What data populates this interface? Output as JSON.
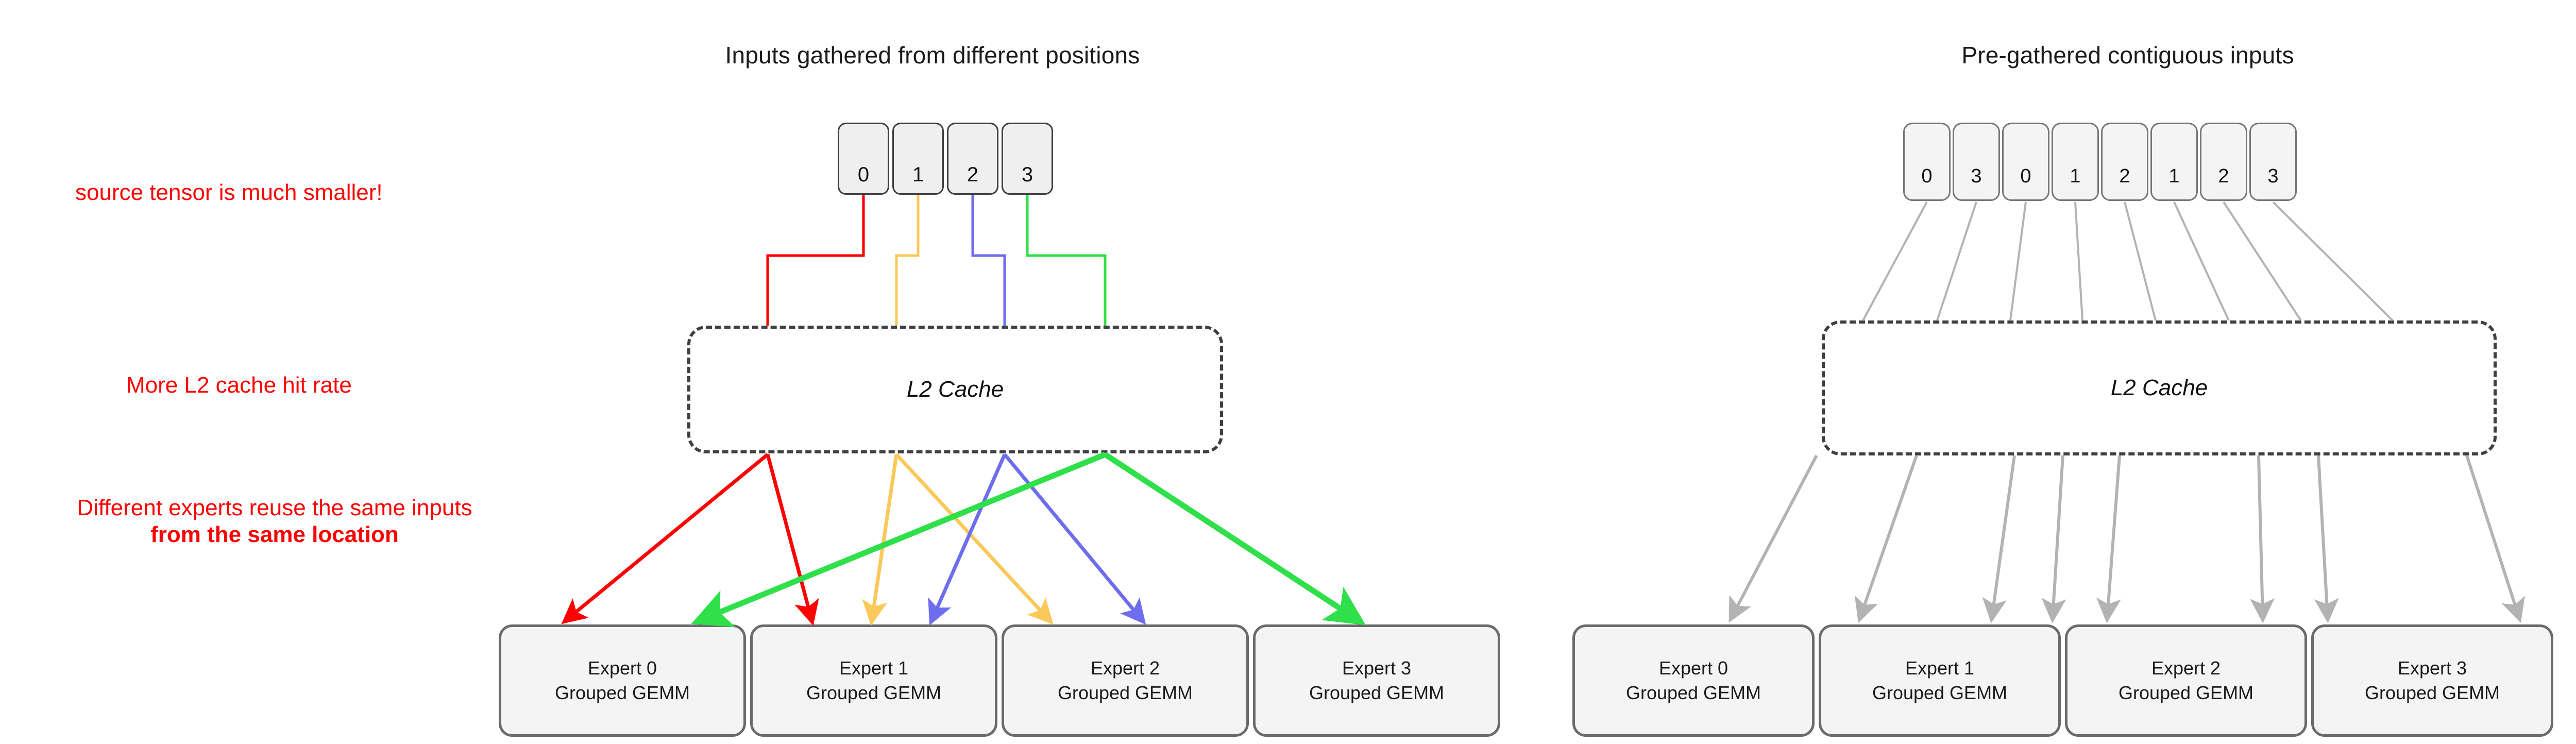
{
  "panels": {
    "left": {
      "title": "Inputs gathered from different positions",
      "tokens": [
        "0",
        "1",
        "2",
        "3"
      ],
      "cache_label": "L2 Cache",
      "experts": [
        {
          "name": "Expert 0",
          "op": "Grouped GEMM"
        },
        {
          "name": "Expert 1",
          "op": "Grouped GEMM"
        },
        {
          "name": "Expert 2",
          "op": "Grouped GEMM"
        },
        {
          "name": "Expert 3",
          "op": "Grouped GEMM"
        }
      ]
    },
    "right": {
      "title": "Pre-gathered contiguous inputs",
      "tokens": [
        "0",
        "3",
        "0",
        "1",
        "2",
        "1",
        "2",
        "3"
      ],
      "cache_label": "L2 Cache",
      "experts": [
        {
          "name": "Expert 0",
          "op": "Grouped GEMM"
        },
        {
          "name": "Expert 1",
          "op": "Grouped GEMM"
        },
        {
          "name": "Expert 2",
          "op": "Grouped GEMM"
        },
        {
          "name": "Expert 3",
          "op": "Grouped GEMM"
        }
      ]
    }
  },
  "annotations": {
    "line1": "source tensor is much smaller!",
    "line2": "More L2 cache hit rate",
    "line3a": "Different experts reuse the same inputs",
    "line3b": "from the same location"
  },
  "colors": {
    "annotation": "#ff0000",
    "token_border_left": "#3c4043",
    "token_border_right": "#767676",
    "token_fill": "#efefef",
    "expert_fill": "#f4f4f4",
    "expert_border": "#6b6b6b",
    "cache_border": "#3c4043",
    "wire_red": "#ff0000",
    "wire_yellow": "#fbc85a",
    "wire_blue": "#6d6ded",
    "wire_green": "#2fe04a",
    "wire_gray": "#b3b3b3"
  },
  "chart_data": {
    "type": "diagram",
    "title": "MoE grouped GEMM input gathering comparison",
    "left_routing": [
      {
        "token": "0",
        "color": "#ff0000",
        "experts": [
          "Expert 0",
          "Expert 1"
        ]
      },
      {
        "token": "1",
        "color": "#fbc85a",
        "experts": [
          "Expert 1",
          "Expert 2"
        ]
      },
      {
        "token": "2",
        "color": "#6d6ded",
        "experts": [
          "Expert 1",
          "Expert 2"
        ]
      },
      {
        "token": "3",
        "color": "#2fe04a",
        "experts": [
          "Expert 0",
          "Expert 3"
        ]
      }
    ],
    "right_routing": [
      {
        "token": "0",
        "expert": "Expert 0"
      },
      {
        "token": "3",
        "expert": "Expert 0"
      },
      {
        "token": "0",
        "expert": "Expert 1"
      },
      {
        "token": "1",
        "expert": "Expert 1"
      },
      {
        "token": "2",
        "expert": "Expert 1"
      },
      {
        "token": "1",
        "expert": "Expert 2"
      },
      {
        "token": "2",
        "expert": "Expert 2"
      },
      {
        "token": "3",
        "expert": "Expert 3"
      }
    ]
  }
}
